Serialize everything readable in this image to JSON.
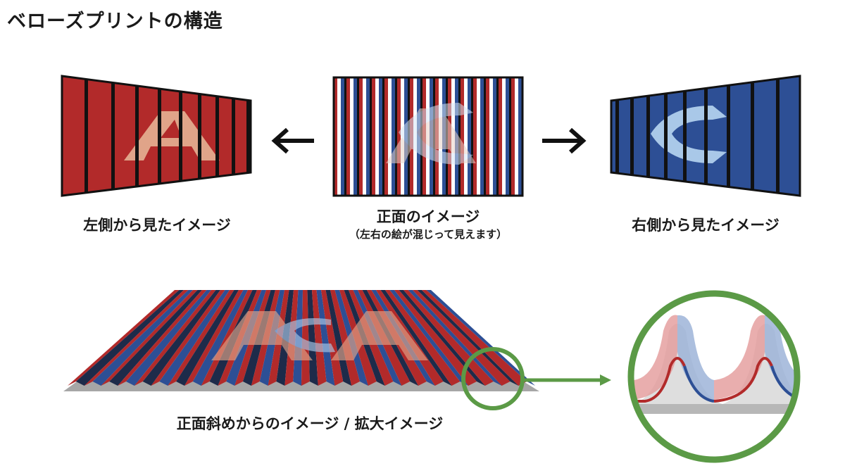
{
  "title": "ベローズプリントの構造",
  "left_view": {
    "label": "左側から見たイメージ",
    "letter": "A"
  },
  "front_view": {
    "label": "正面のイメージ",
    "sublabel": "（左右の絵が混じって見えます）"
  },
  "right_view": {
    "label": "右側から見たイメージ",
    "letter": "C"
  },
  "bottom_view": {
    "label": "正面斜めからのイメージ / 拡大イメージ"
  },
  "arrows": {
    "left": "←",
    "right": "→"
  },
  "colors": {
    "red": "#b22a2a",
    "blue": "#2d4f95",
    "dark_navy": "#1d2b4a",
    "letter_light_red": "#e0a489",
    "letter_light_blue": "#a9c8e8",
    "zoom_ring": "#5b9a46",
    "gray": "#a6a6a6",
    "black": "#111111"
  }
}
